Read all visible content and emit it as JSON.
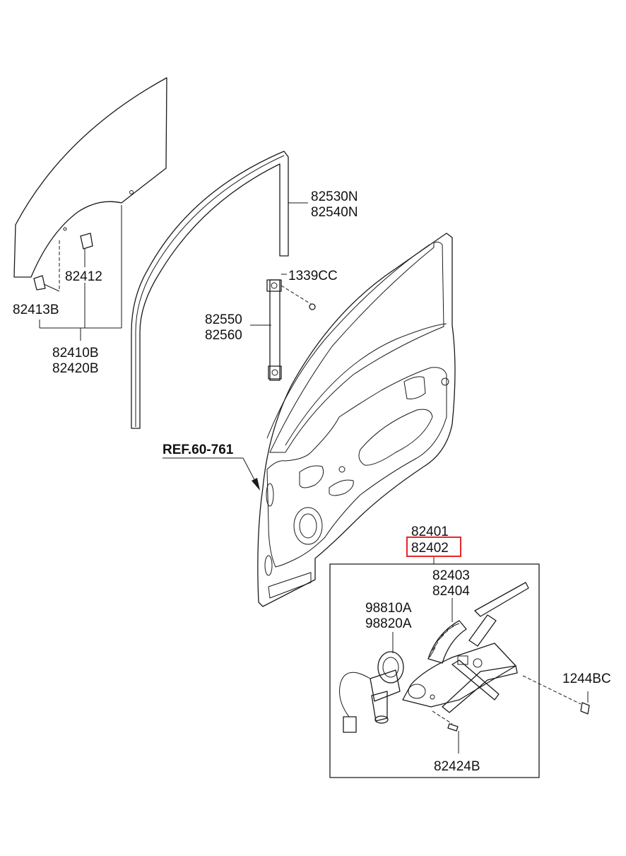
{
  "labels": {
    "p82530n": "82530N",
    "p82540n": "82540N",
    "p82412": "82412",
    "p82413b": "82413B",
    "p82410b": "82410B",
    "p82420b": "82420B",
    "p1339cc": "1339CC",
    "p82550": "82550",
    "p82560": "82560",
    "ref": "REF.60-761",
    "p82401": "82401",
    "p82402": "82402",
    "p82403": "82403",
    "p82404": "82404",
    "p98810a": "98810A",
    "p98820a": "98820A",
    "p1244bc": "1244BC",
    "p82424b": "82424B"
  },
  "highlight": {
    "part": "82402",
    "color": "#e8262a"
  }
}
